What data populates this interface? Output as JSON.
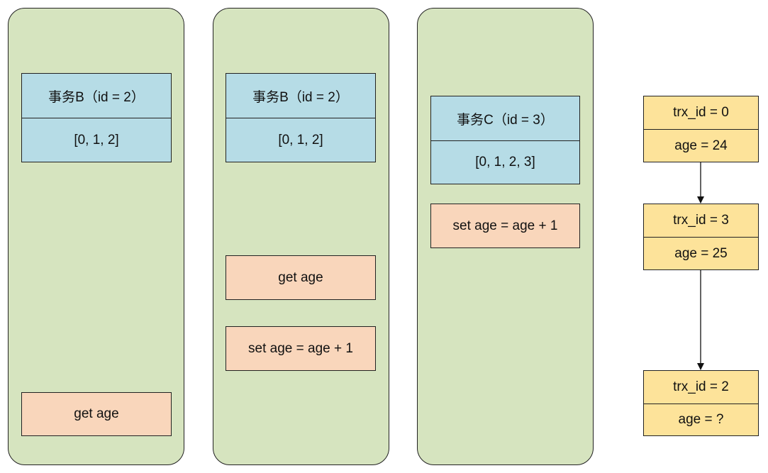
{
  "lanes": [
    {
      "header": {
        "title": "事务B（id = 2）",
        "view": "[0, 1, 2]"
      },
      "ops": [
        "get age"
      ]
    },
    {
      "header": {
        "title": "事务B（id = 2）",
        "view": "[0, 1, 2]"
      },
      "ops": [
        "get age",
        "set age = age + 1"
      ]
    },
    {
      "header": {
        "title": "事务C（id = 3）",
        "view": "[0, 1, 2, 3]"
      },
      "ops": [
        "set age = age + 1"
      ]
    }
  ],
  "version_chain": [
    {
      "trx_id": "trx_id = 0",
      "age": "age = 24"
    },
    {
      "trx_id": "trx_id = 3",
      "age": "age = 25"
    },
    {
      "trx_id": "trx_id = 2",
      "age": "age = ?"
    }
  ],
  "colors": {
    "lane_bg": "#d6e4bf",
    "header_bg": "#b6dce6",
    "op_bg": "#f9d6bb",
    "version_bg": "#fde39a"
  }
}
